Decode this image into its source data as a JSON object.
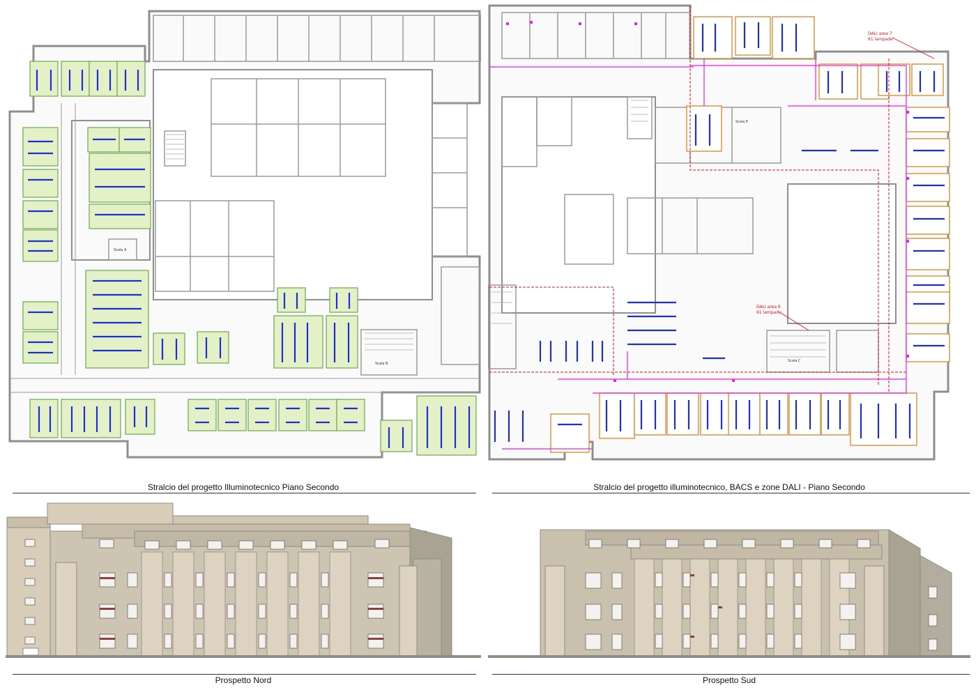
{
  "captions": {
    "plan_left": "Stralcio del progetto Illuminotecnico Piano Secondo",
    "plan_right": "Stralcio del progetto illuminotecnico, BACS e zone DALI - Piano Secondo",
    "elev_north": "Prospetto Nord",
    "elev_south": "Prospetto Sud"
  },
  "plan_labels": {
    "scala_a": "Scala A",
    "scala_b": "Scala B",
    "scala_c": "Scala C",
    "scala_e": "Scala E"
  },
  "dali_labels": {
    "area7_line1": "DALI area 7",
    "area7_line2": "61 lampade",
    "area6_line1": "DALI area 6",
    "area6_line2": "61 lampade"
  },
  "colors": {
    "wall": "#9a9a9a",
    "wall_fill": "#c8c8c8",
    "room_green": "#e4f1c6",
    "luminaire_blue": "#1d2fd0",
    "dali_magenta": "#f01cf0",
    "dali_red": "#e0101a",
    "zone_orange": "#d9903a",
    "facade_beige": "#d8cdb8",
    "facade_grey": "#b9b3a4",
    "facade_dark": "#8f8c84"
  }
}
